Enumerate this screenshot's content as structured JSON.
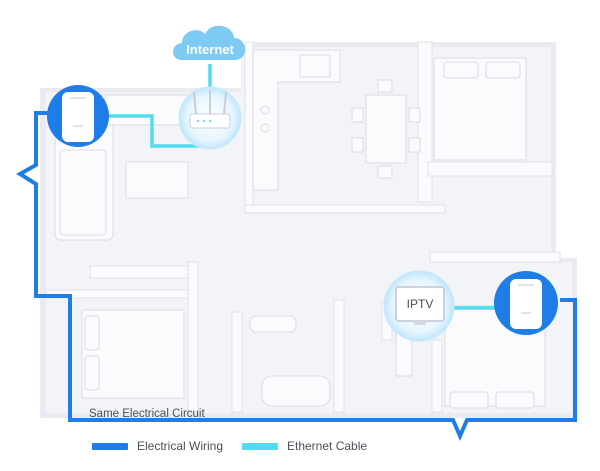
{
  "labels": {
    "internet": "Internet",
    "iptv": "IPTV",
    "circuit": "Same Electrical Circuit"
  },
  "legend": [
    {
      "label": "Electrical Wiring",
      "color": "#1e7de6"
    },
    {
      "label": "Ethernet Cable",
      "color": "#4fdcf0"
    }
  ],
  "colors": {
    "electrical": "#1e7de6",
    "ethernet": "#4fdcf0",
    "floor": "#eef0f4",
    "wall": "#fbfbfd",
    "cloud": "#7dcaf2"
  },
  "icons": [
    "cloud-icon",
    "router-icon",
    "powerline-adapter-icon",
    "tv-icon"
  ]
}
